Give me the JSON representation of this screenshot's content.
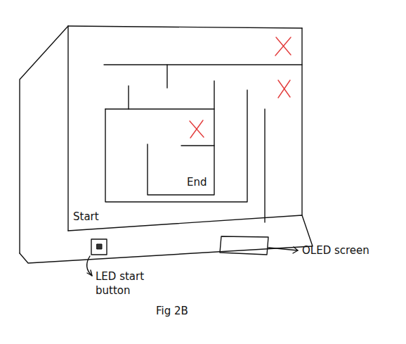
{
  "diagram": {
    "caption": "Fig 2B",
    "labels": [
      "Start",
      "End",
      "LED start button",
      "OLED screen"
    ]
  }
}
